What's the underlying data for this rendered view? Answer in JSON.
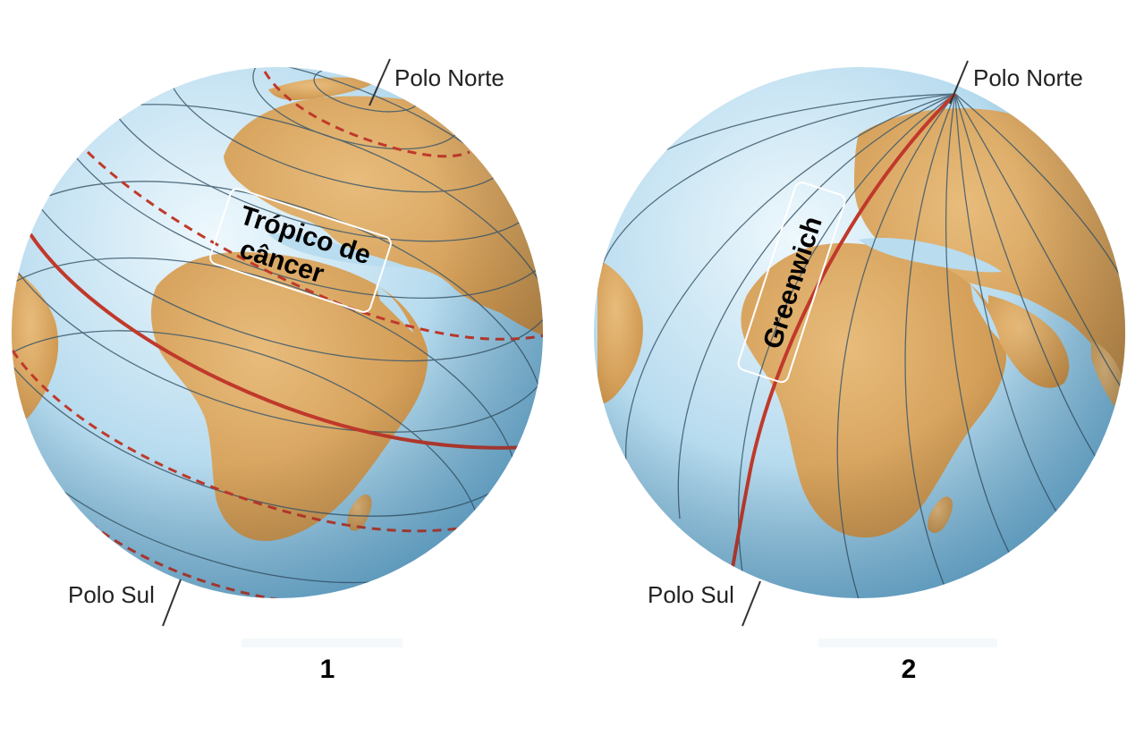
{
  "globe1": {
    "north_label": "Polo Norte",
    "south_label": "Polo Sul",
    "box_line1": "Trópico de",
    "box_line2": "câncer",
    "number": "1"
  },
  "globe2": {
    "north_label": "Polo Norte",
    "south_label": "Polo Sul",
    "box_label": "Greenwich",
    "number": "2"
  },
  "colors": {
    "ocean": "#b9dcef",
    "land": "#d9a865",
    "grid": "#3d5a6c",
    "highlight": "#c0392b"
  }
}
